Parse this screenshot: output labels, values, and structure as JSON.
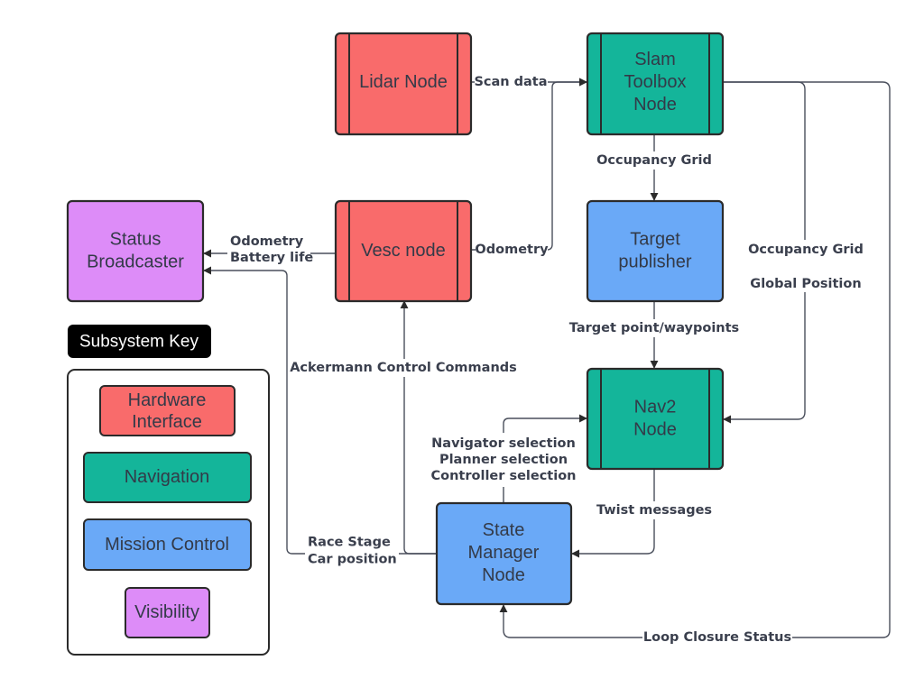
{
  "colors": {
    "hardware": "#f96b6b",
    "navigation": "#14b59a",
    "mission": "#6aa9f7",
    "visibility": "#dd8cf8",
    "stroke": "#2b2b2b",
    "edge": "#4a4f5c"
  },
  "nodes": {
    "lidar": [
      "Lidar Node"
    ],
    "slam": [
      "Slam",
      "Toolbox",
      "Node"
    ],
    "status": [
      "Status",
      "Broadcaster"
    ],
    "vesc": [
      "Vesc node"
    ],
    "target": [
      "Target",
      "publisher"
    ],
    "nav2": [
      "Nav2",
      "Node"
    ],
    "state": [
      "State",
      "Manager",
      "Node"
    ]
  },
  "edges": {
    "scan_data": [
      "Scan data"
    ],
    "odometry_vesc_slam": [
      "Odometry"
    ],
    "odometry_battery": [
      "Odometry",
      "Battery life"
    ],
    "occupancy_grid_target": [
      "Occupancy Grid"
    ],
    "occupancy_global": [
      "Occupancy Grid",
      "",
      "Global Position"
    ],
    "target_points": [
      "Target point/waypoints"
    ],
    "ackermann": [
      "Ackermann Control Commands"
    ],
    "selections": [
      "Navigator selection",
      "Planner selection",
      "Controller selection"
    ],
    "twist": [
      "Twist messages"
    ],
    "race_stage": [
      "Race Stage",
      "Car position"
    ],
    "loop_closure": [
      "Loop Closure Status"
    ]
  },
  "key": {
    "title": "Subsystem Key",
    "hardware": [
      "Hardware",
      "Interface"
    ],
    "navigation": [
      "Navigation"
    ],
    "mission": [
      "Mission Control"
    ],
    "visibility": [
      "Visibility"
    ]
  }
}
